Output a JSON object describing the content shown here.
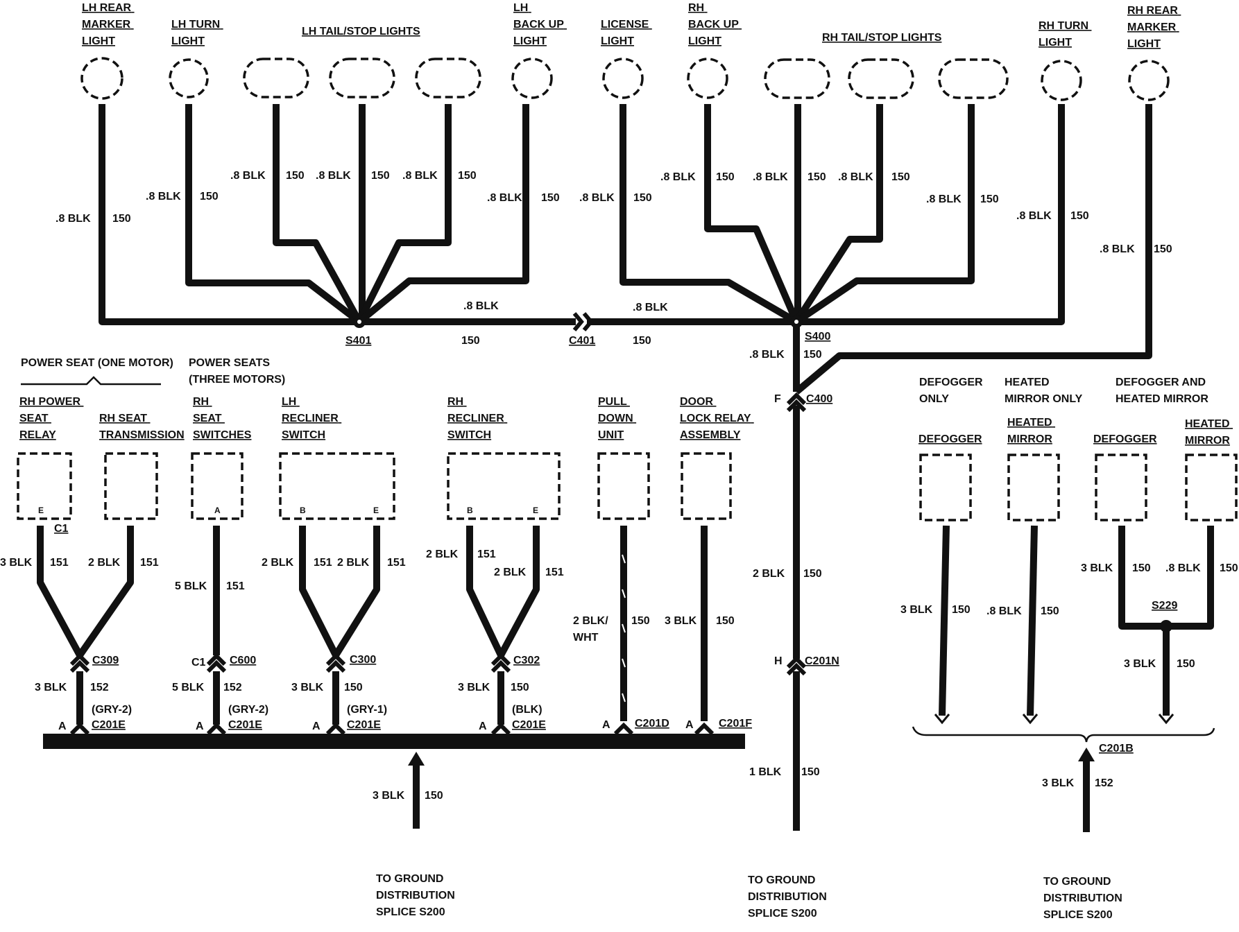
{
  "lamps": [
    {
      "id": "lh-rear-marker",
      "label": [
        "LH REAR",
        "MARKER",
        "LIGHT"
      ],
      "wire_color": ".8 BLK",
      "circuit": "150"
    },
    {
      "id": "lh-turn",
      "label": [
        "LH TURN",
        "LIGHT"
      ],
      "wire_color": ".8 BLK",
      "circuit": "150"
    },
    {
      "id": "lh-tail-1",
      "wire_color": ".8 BLK",
      "circuit": "150"
    },
    {
      "id": "lh-tail-2",
      "wire_color": ".8 BLK",
      "circuit": "150"
    },
    {
      "id": "lh-tail-3",
      "wire_color": ".8 BLK",
      "circuit": "150"
    },
    {
      "id": "lh-backup",
      "label": [
        "LH",
        "BACK UP",
        "LIGHT"
      ],
      "wire_color": ".8 BLK",
      "circuit": "150"
    },
    {
      "id": "license",
      "label": [
        "LICENSE",
        "LIGHT"
      ],
      "wire_color": ".8 BLK",
      "circuit": "150"
    },
    {
      "id": "rh-backup",
      "label": [
        "RH",
        "BACK UP",
        "LIGHT"
      ],
      "wire_color": ".8 BLK",
      "circuit": "150"
    },
    {
      "id": "rh-tail-1",
      "wire_color": ".8 BLK",
      "circuit": "150"
    },
    {
      "id": "rh-tail-2",
      "wire_color": ".8 BLK",
      "circuit": "150"
    },
    {
      "id": "rh-tail-3",
      "wire_color": ".8 BLK",
      "circuit": "150"
    },
    {
      "id": "rh-turn",
      "label": [
        "RH TURN",
        "LIGHT"
      ],
      "wire_color": ".8 BLK",
      "circuit": "150"
    },
    {
      "id": "rh-rear-marker",
      "label": [
        "RH REAR",
        "MARKER",
        "LIGHT"
      ],
      "wire_color": ".8 BLK",
      "circuit": "150"
    }
  ],
  "group_labels": {
    "lh_tail_stop": "LH TAIL/STOP LIGHTS",
    "rh_tail_stop": "RH TAIL/STOP LIGHTS"
  },
  "splices": {
    "s401": "S401",
    "s400": "S400",
    "s229": "S229"
  },
  "connectors": {
    "c401": "C401",
    "c400": "C400",
    "c201n": "C201N",
    "c309": "C309",
    "c600": "C600",
    "c300": "C300",
    "c302": "C302",
    "c201e": "C201E",
    "c201d": "C201D",
    "c201f": "C201F",
    "c201b": "C201B",
    "c1": "C1"
  },
  "pin_letters": {
    "f": "F",
    "h": "H",
    "a": "A",
    "b": "B",
    "e": "E",
    "c1": "C1"
  },
  "bus_wire": {
    "left": {
      "color": ".8 BLK",
      "circuit": "150"
    },
    "right": {
      "color": ".8 BLK",
      "circuit": "150"
    }
  },
  "trunk": {
    "upper": {
      "color": ".8 BLK",
      "circuit": "150"
    },
    "mid": {
      "color": "2 BLK",
      "circuit": "150"
    },
    "lower": {
      "color": "1 BLK",
      "circuit": "150"
    }
  },
  "seat_groups": {
    "one_motor": "POWER SEAT (ONE MOTOR)",
    "three_motors": [
      "POWER SEATS",
      "(THREE MOTORS)"
    ]
  },
  "components": [
    {
      "id": "rh-power-seat-relay",
      "label": [
        "RH POWER",
        "SEAT",
        "RELAY"
      ],
      "wire_color": "3 BLK",
      "circuit": "151"
    },
    {
      "id": "rh-seat-transmission",
      "label": [
        "RH SEAT",
        "TRANSMISSION"
      ],
      "wire_color": "2 BLK",
      "circuit": "151"
    },
    {
      "id": "rh-seat-switches",
      "label": [
        "RH",
        "SEAT",
        "SWITCHES"
      ],
      "wire_color": "5 BLK",
      "circuit": "151"
    },
    {
      "id": "lh-recliner-switch",
      "label": [
        "LH",
        "RECLINER",
        "SWITCH"
      ],
      "wire_color": "2 BLK",
      "circuit": "151"
    },
    {
      "id": "rh-recliner-switch",
      "label": [
        "RH",
        "RECLINER",
        "SWITCH"
      ],
      "wire_color": "2 BLK",
      "circuit": "151"
    },
    {
      "id": "pull-down-unit",
      "label": [
        "PULL",
        "DOWN",
        "UNIT"
      ],
      "wire_color": [
        "2 BLK/",
        "WHT"
      ],
      "circuit": "150"
    },
    {
      "id": "door-lock-relay",
      "label": [
        "DOOR",
        "LOCK RELAY",
        "ASSEMBLY"
      ],
      "wire_color": "3 BLK",
      "circuit": "150"
    }
  ],
  "seat_lower_wires": [
    {
      "color": "3 BLK",
      "circuit": "152",
      "conn_note": "(GRY-2)"
    },
    {
      "color": "5 BLK",
      "circuit": "152",
      "conn_note": "(GRY-2)"
    },
    {
      "color": "3 BLK",
      "circuit": "150",
      "conn_note": "(GRY-1)"
    },
    {
      "color": "3 BLK",
      "circuit": "150",
      "conn_note": "(BLK)"
    }
  ],
  "left_ground": {
    "color": "3 BLK",
    "circuit": "150",
    "destination": [
      "TO GROUND",
      "DISTRIBUTION",
      "SPLICE S200"
    ]
  },
  "mid_ground": {
    "destination": [
      "TO GROUND",
      "DISTRIBUTION",
      "SPLICE S200"
    ]
  },
  "right_ground": {
    "color": "3 BLK",
    "circuit": "152",
    "destination": [
      "TO GROUND",
      "DISTRIBUTION",
      "SPLICE S200"
    ]
  },
  "options": {
    "defogger_only": [
      "DEFOGGER",
      "ONLY"
    ],
    "heated_mirror_only": [
      "HEATED",
      "MIRROR ONLY"
    ],
    "defogger_and_mirror": [
      "DEFOGGER AND",
      "HEATED MIRROR"
    ]
  },
  "rear_components": [
    {
      "id": "defogger-a",
      "label": [
        "DEFOGGER"
      ],
      "wire_color": "3 BLK",
      "circuit": "150"
    },
    {
      "id": "heated-mirror-a",
      "label": [
        "HEATED",
        "MIRROR"
      ],
      "wire_color": ".8 BLK",
      "circuit": "150"
    },
    {
      "id": "defogger-b",
      "label": [
        "DEFOGGER"
      ],
      "wire_color": "3 BLK",
      "circuit": "150"
    },
    {
      "id": "heated-mirror-b",
      "label": [
        "HEATED",
        "MIRROR"
      ],
      "wire_color": ".8 BLK",
      "circuit": "150"
    }
  ],
  "s229_out": {
    "color": "3 BLK",
    "circuit": "150"
  }
}
